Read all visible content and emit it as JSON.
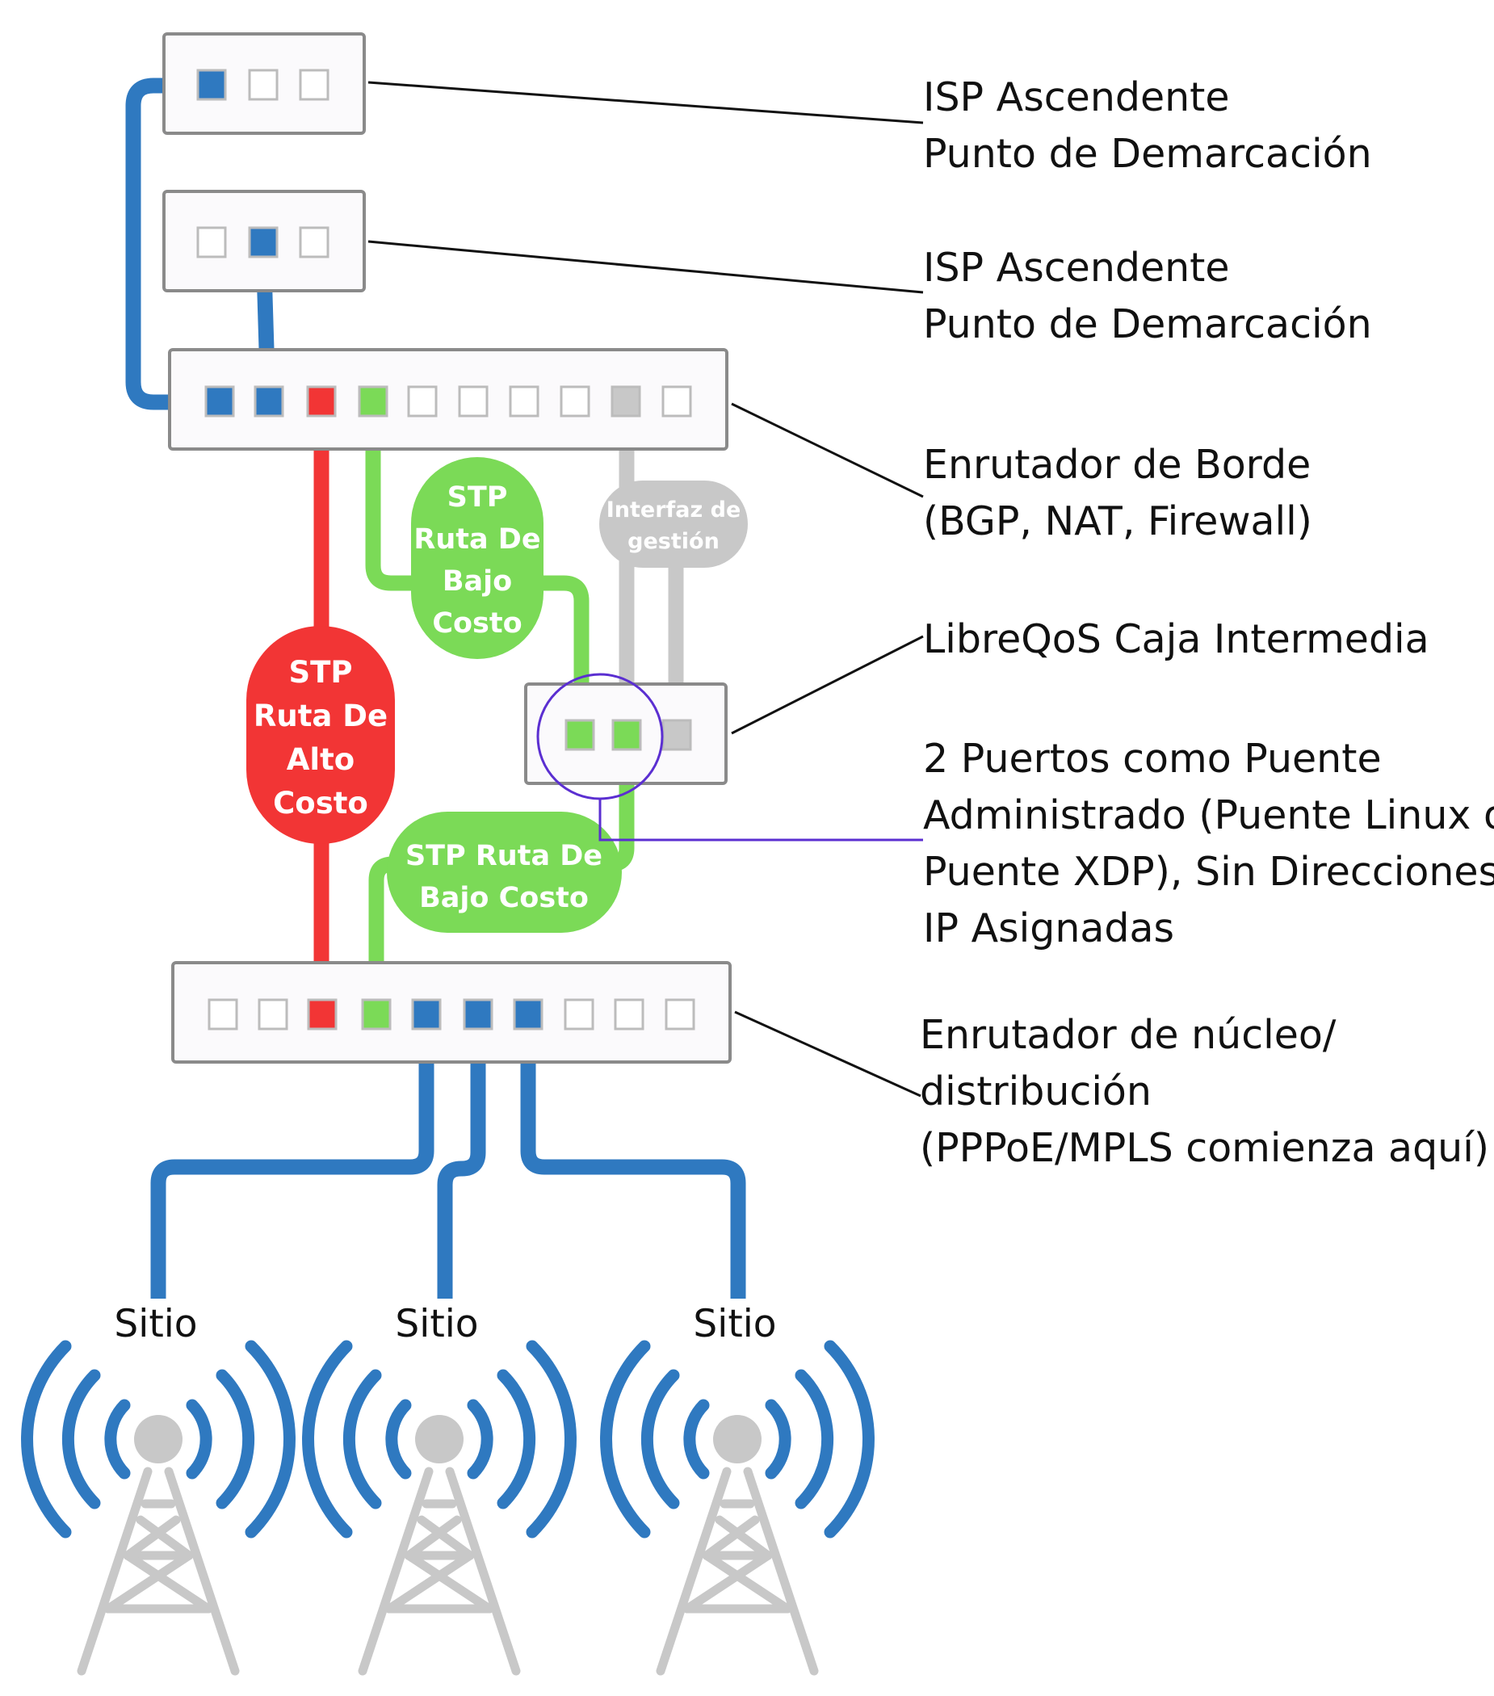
{
  "colors": {
    "blue": "#2f79c0",
    "red": "#f23535",
    "green": "#7bda57",
    "gray": "#c8c8c8",
    "purple": "#5b2fd1",
    "box_border": "#8a8a8a",
    "box_fill": "#fbfafc",
    "port_border": "#bcbcbc",
    "text": "#111111"
  },
  "labels": {
    "isp1_line1": "ISP Ascendente",
    "isp1_line2": "Punto de Demarcación",
    "isp2_line1": "ISP Ascendente",
    "isp2_line2": "Punto de Demarcación",
    "edge_line1": "Enrutador de Borde",
    "edge_line2": "(BGP, NAT, Firewall)",
    "libreqos": "LibreQoS Caja Intermedia",
    "bridge_line1": "2 Puertos como Puente",
    "bridge_line2": "Administrado (Puente Linux o",
    "bridge_line3": "Puente XDP), Sin Direcciones",
    "bridge_line4": "IP Asignadas",
    "core_line1": "Enrutador de núcleo/",
    "core_line2": "distribución",
    "core_line3": "(PPPoE/MPLS comienza aquí)"
  },
  "bubbles": {
    "high_cost": [
      "STP",
      "Ruta De",
      "Alto",
      "Costo"
    ],
    "low_cost_upper": [
      "STP",
      "Ruta De",
      "Bajo",
      "Costo"
    ],
    "low_cost_lower": [
      "STP Ruta De",
      "Bajo Costo"
    ],
    "mgmt": [
      "Interfaz de",
      "gestión"
    ]
  },
  "sites": {
    "site1": "Sitio",
    "site2": "Sitio",
    "site3": "Sitio"
  },
  "icons": {
    "tower": "cell-tower-icon",
    "signal": "signal-waves-icon"
  }
}
